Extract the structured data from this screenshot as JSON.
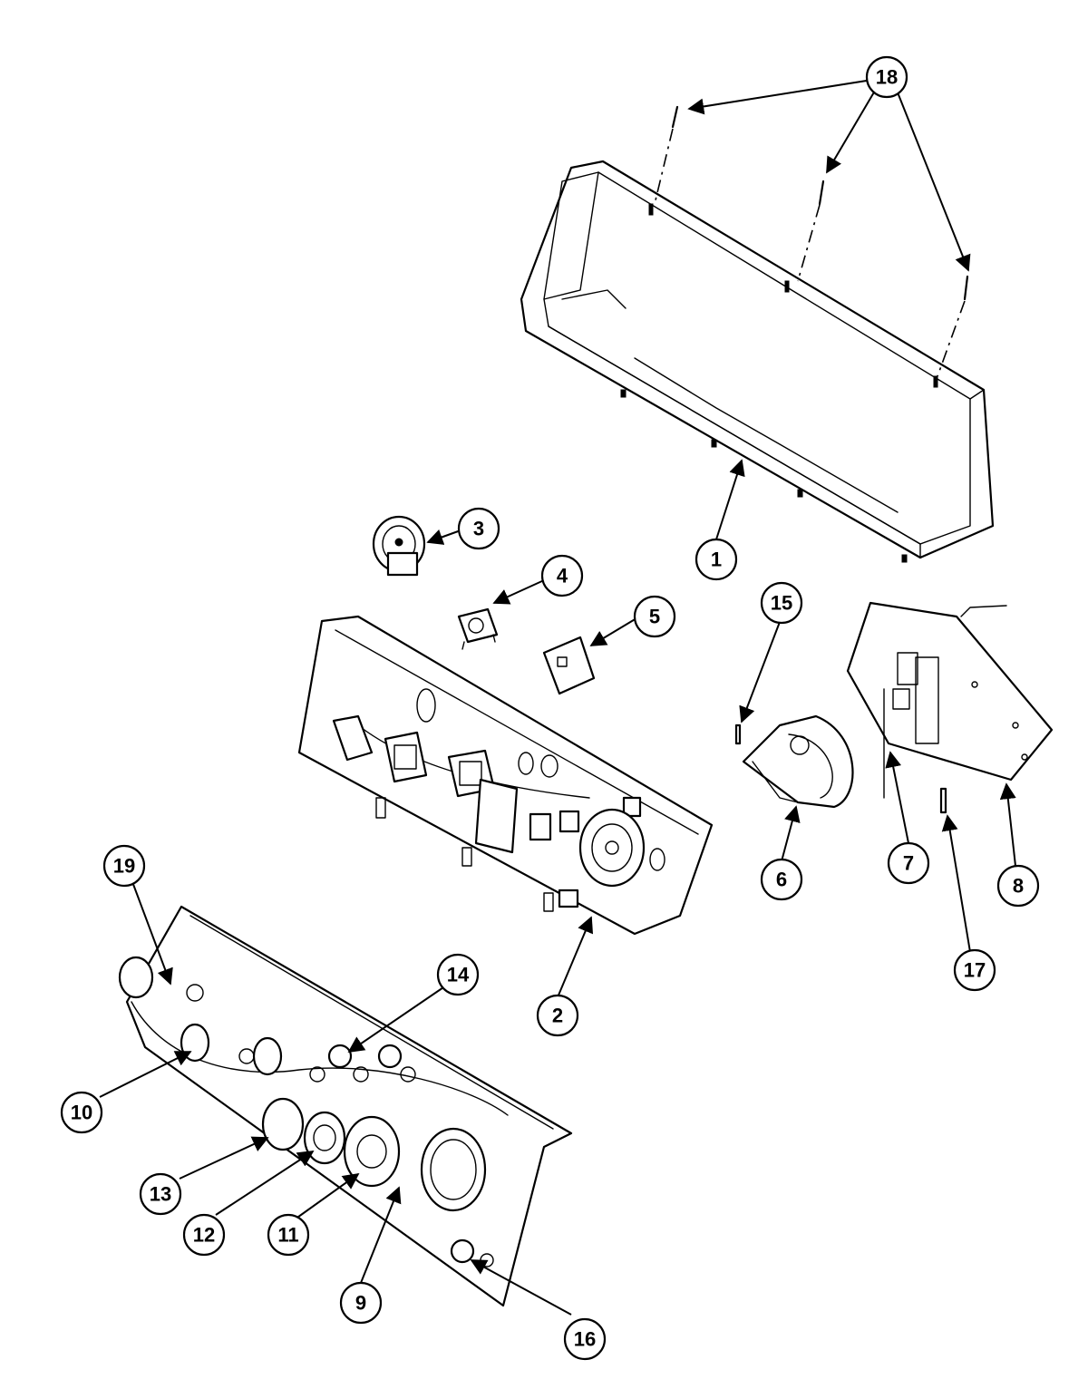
{
  "diagram": {
    "callouts": [
      "1",
      "2",
      "3",
      "4",
      "5",
      "6",
      "7",
      "8",
      "9",
      "10",
      "11",
      "12",
      "13",
      "14",
      "15",
      "16",
      "17",
      "18",
      "19"
    ]
  },
  "colors": {
    "line": "#000000",
    "background": "#ffffff"
  }
}
